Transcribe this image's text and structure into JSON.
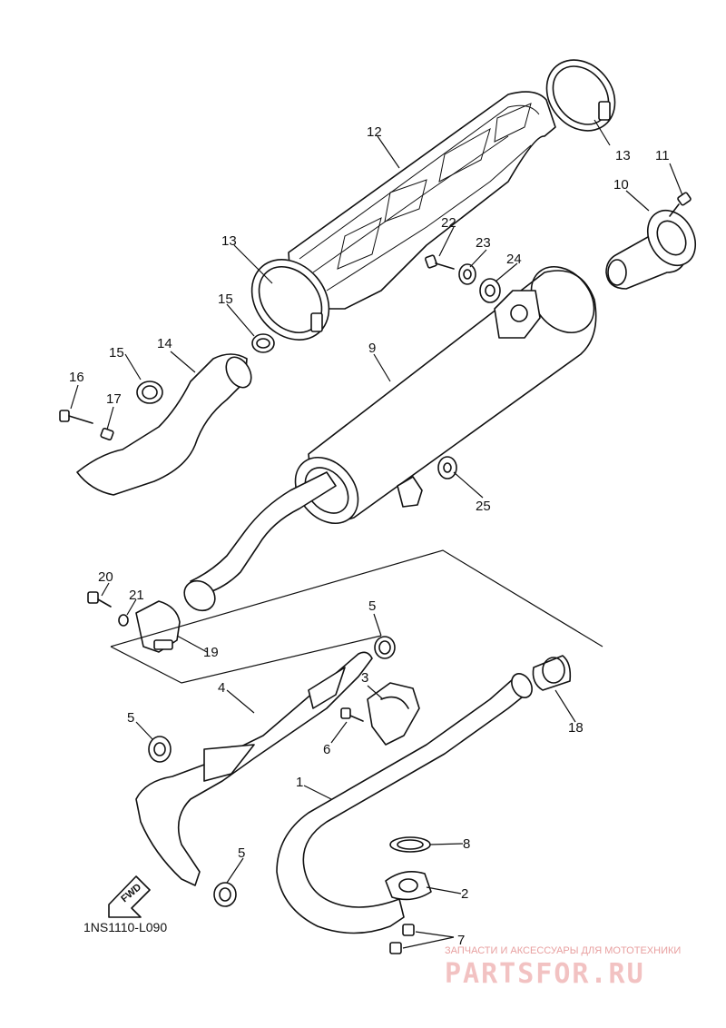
{
  "diagram": {
    "part_callouts": [
      "1",
      "2",
      "3",
      "4",
      "5",
      "5",
      "5",
      "6",
      "7",
      "8",
      "9",
      "10",
      "11",
      "12",
      "13",
      "13",
      "14",
      "15",
      "15",
      "16",
      "17",
      "18",
      "19",
      "20",
      "21",
      "22",
      "23",
      "24",
      "25"
    ],
    "direction_label": "FWD",
    "diagram_code": "1NS1110-L090"
  },
  "watermark": {
    "tagline": "ЗАПЧАСТИ И АКСЕССУАРЫ ДЛЯ МОТОТЕХНИКИ",
    "brand": "PARTSFOR.RU"
  }
}
